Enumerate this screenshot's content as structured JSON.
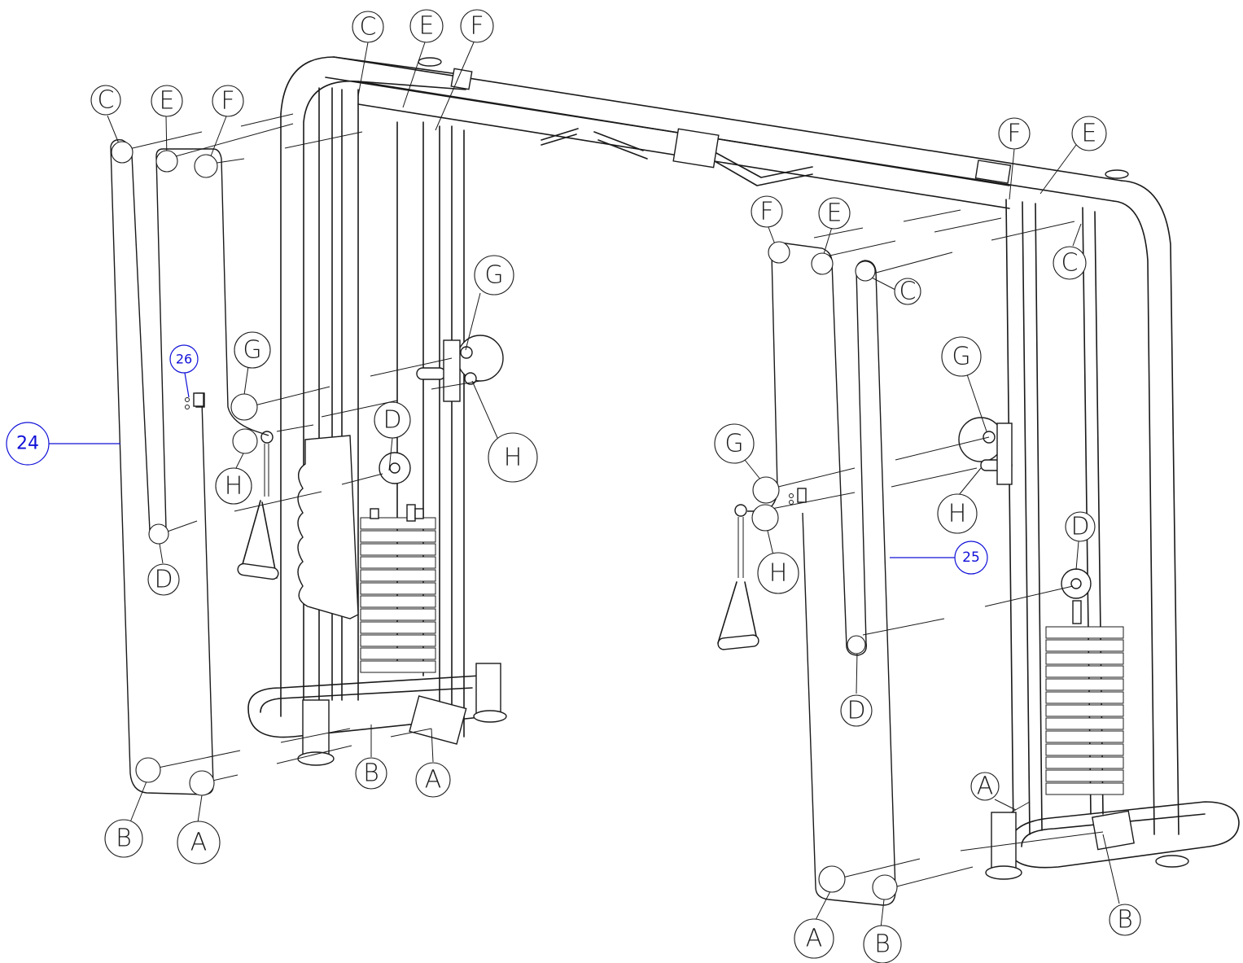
{
  "callouts": {
    "top_c": "C",
    "top_e": "E",
    "top_f": "F",
    "left_c": "C",
    "left_e": "E",
    "left_f": "F",
    "left_g": "G",
    "left_h": "H",
    "left_d": "D",
    "left_b": "B",
    "left_a": "A",
    "frame_l_g": "G",
    "frame_l_h": "H",
    "frame_l_d": "D",
    "frame_l_b": "B",
    "frame_l_a": "A",
    "right_f_top": "F",
    "right_e_top": "E",
    "right_c": "C",
    "mid_f": "F",
    "mid_e": "E",
    "mid_c": "C",
    "right_g_frame": "G",
    "right_h_frame": "H",
    "mid_g": "G",
    "mid_h": "H",
    "right_d_frame": "D",
    "mid_d": "D",
    "right_a_frame": "A",
    "right_b_frame": "B",
    "bottom_a": "A",
    "bottom_b": "B"
  },
  "parts": {
    "p24": "24",
    "p25": "25",
    "p26": "26"
  }
}
